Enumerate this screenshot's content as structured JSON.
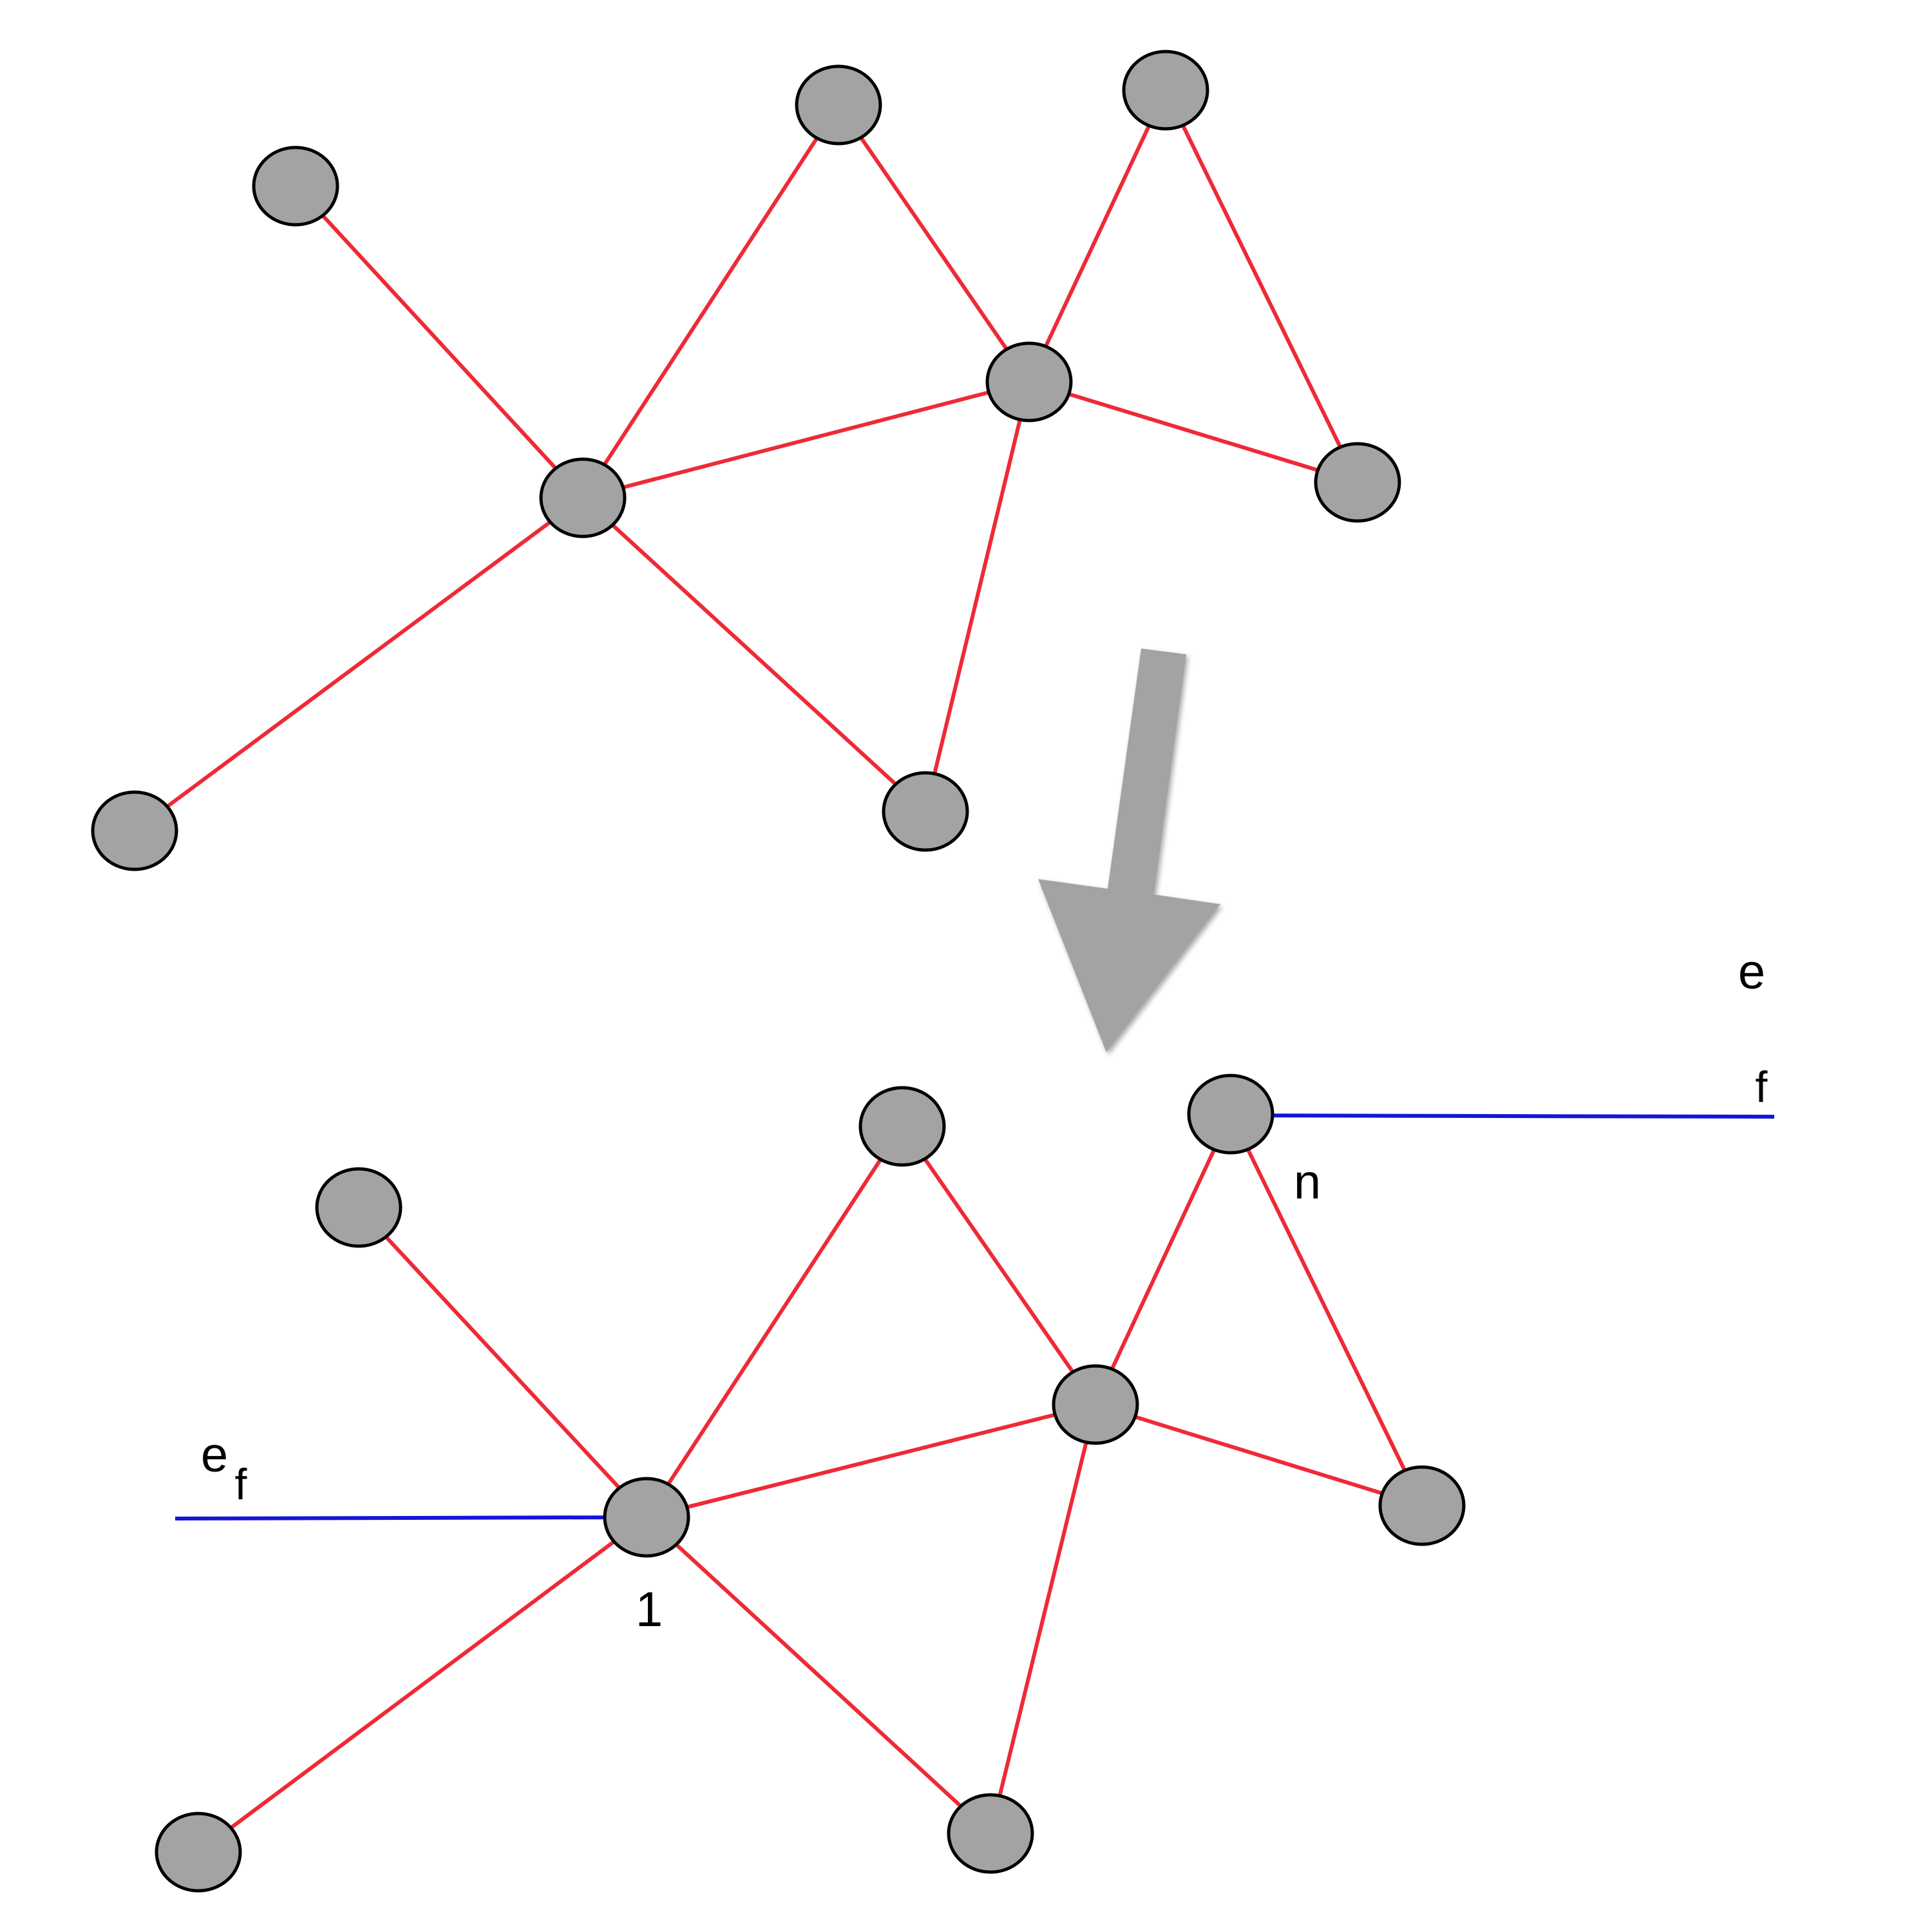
{
  "colors": {
    "background": "#ffffff",
    "node_fill": "#a3a3a3",
    "node_stroke": "#000000",
    "edge": "#ee2a36",
    "external_edge": "#1515d8",
    "arrow": "#a3a3a3"
  },
  "labels": {
    "start": "1",
    "end": "n",
    "ef_main": "e",
    "ef_sub": "f",
    "e_f_main": "e",
    "e_f_sub": "f"
  }
}
